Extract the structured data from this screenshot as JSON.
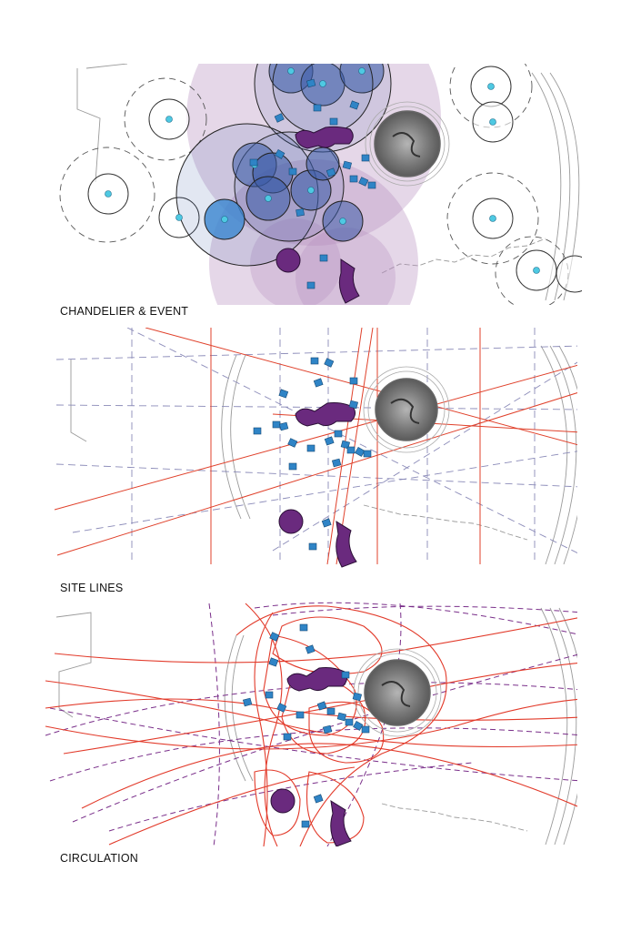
{
  "panels": [
    {
      "id": "chandelier-event",
      "caption": "CHANDELIER & EVENT"
    },
    {
      "id": "site-lines",
      "caption": "SITE LINES"
    },
    {
      "id": "circulation",
      "caption": "CIRCULATION"
    }
  ],
  "colors": {
    "chandelier_blue": "#3b5ba8",
    "event_purple": "#6a2a7e",
    "halo_purple": "#b48cbc",
    "marker_blue": "#2f84c6",
    "site_line_red": "#e0412b",
    "site_line_violet": "#8a8ab8",
    "circulation_red": "#e23a2a",
    "circulation_purple": "#7a2f8a",
    "fountain_gray": "#8a8a8a",
    "context_gray": "#9a9a9a"
  },
  "icons": [
    "fountain-icon",
    "chandelier-icon",
    "event-blob-icon",
    "seat-marker-icon"
  ]
}
